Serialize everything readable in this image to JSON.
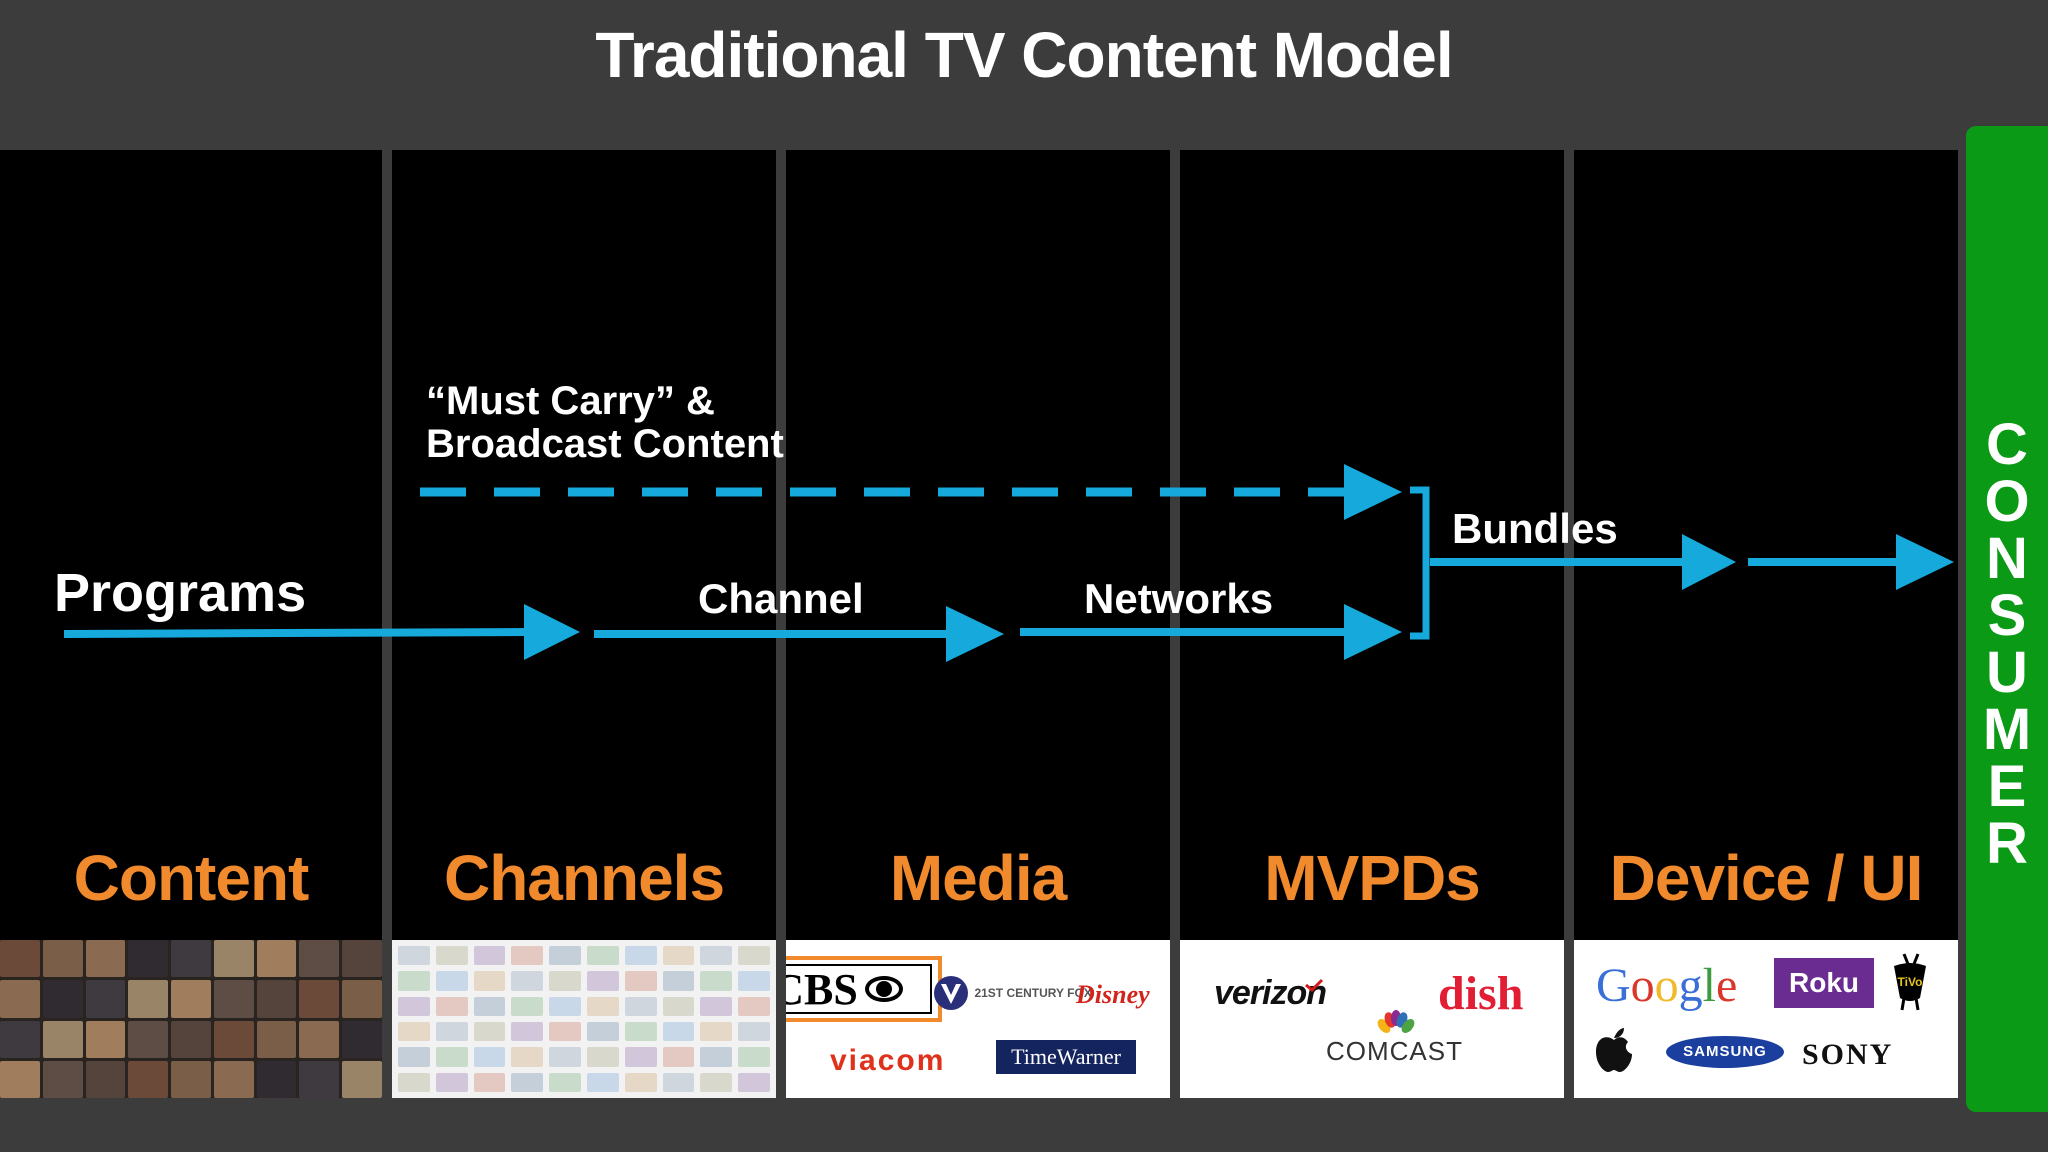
{
  "title": "Traditional TV Content Model",
  "columns": [
    {
      "label": "Content"
    },
    {
      "label": "Channels"
    },
    {
      "label": "Media"
    },
    {
      "label": "MVPDs"
    },
    {
      "label": "Device / UI"
    }
  ],
  "flows": {
    "programs": "Programs",
    "must_carry_line1": "“Must Carry” &",
    "must_carry_line2": "Broadcast Content",
    "channel": "Channel",
    "networks": "Networks",
    "bundles": "Bundles"
  },
  "consumer_letters": [
    "C",
    "O",
    "N",
    "S",
    "U",
    "M",
    "E",
    "R"
  ],
  "logos": {
    "media": {
      "cbs": "CBS",
      "fox": "21ST CENTURY FOX",
      "disney": "Disney",
      "viacom": "viacom",
      "timewarner": "TimeWarner"
    },
    "mvpds": {
      "verizon": "verizon",
      "dish": "dish",
      "comcast": "COMCAST"
    },
    "devices": {
      "google": "Google",
      "roku": "Roku",
      "samsung": "SAMSUNG",
      "sony": "SONY",
      "tivo": "TiVo"
    }
  },
  "colors": {
    "background": "#3c3c3c",
    "panel": "#000000",
    "accent_orange": "#f08a2c",
    "arrow_blue": "#16a9dc",
    "consumer_green": "#0a9a16"
  }
}
